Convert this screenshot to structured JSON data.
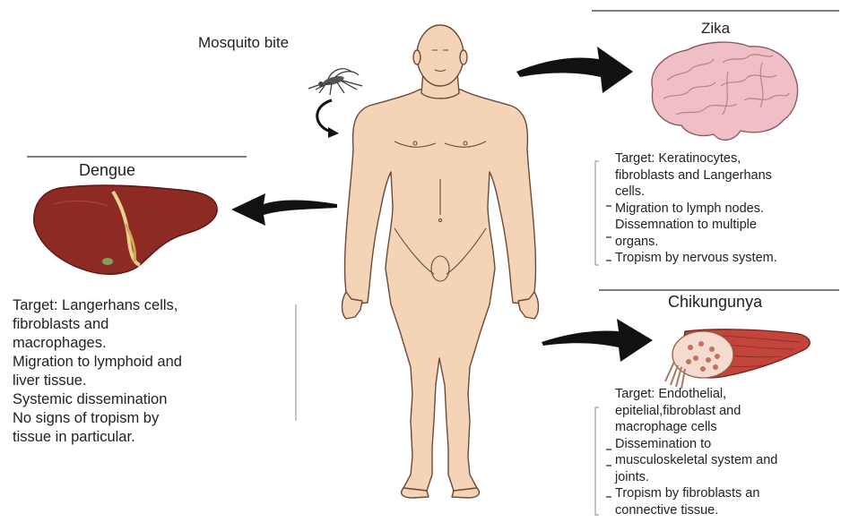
{
  "top_label": "Mosquito bite",
  "zika": {
    "title": "Zika",
    "lines": [
      "Target: Keratinocytes,",
      "fibroblasts and Langerhans",
      "cells.",
      "Migration to lymph nodes.",
      "Dissemnation to multiple",
      "organs.",
      "Tropism by nervous system."
    ]
  },
  "dengue": {
    "title": "Dengue",
    "lines": [
      "Target: Langerhans cells,",
      "fibroblasts and",
      "macrophages.",
      "Migration to lymphoid and",
      "liver tissue.",
      "Systemic dissemination",
      "No signs of tropism by",
      "tissue in particular."
    ]
  },
  "chikungunya": {
    "title": "Chikungunya",
    "lines": [
      "Target: Endothelial,",
      "epitelial,fibroblast and",
      "macrophage cells",
      "Dissemination to",
      "musculoskeletal system and",
      "joints.",
      "Tropism by fibroblasts an",
      "connective tissue."
    ]
  },
  "colors": {
    "skin": "#f4d3b7",
    "skin_outline": "#6b4a3a",
    "liver": "#8e2a24",
    "brain": "#f0bfc6",
    "muscle": "#c1453a",
    "arrow": "#111111"
  },
  "icons": {
    "mosquito": "mosquito-icon",
    "liver": "liver-illustration",
    "brain": "brain-illustration",
    "muscle": "muscle-illustration",
    "human": "human-body-illustration"
  }
}
